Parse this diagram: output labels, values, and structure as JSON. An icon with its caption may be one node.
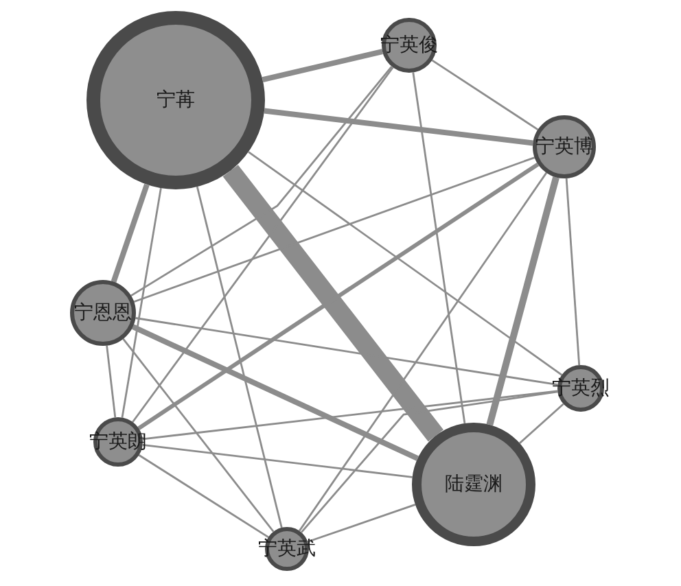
{
  "diagram": {
    "nodes": [
      {
        "text": [
          "宁苒"
        ]
      },
      {
        "text": [
          "宁英俊"
        ]
      },
      {
        "text": [
          "宁英博"
        ]
      },
      {
        "text": [
          "宁恩恩"
        ]
      },
      {
        "text": [
          "宁英烈"
        ]
      },
      {
        "text": [
          "宁英朗"
        ]
      },
      {
        "text": [
          "陆霆渊"
        ]
      },
      {
        "text": [
          "宁英武"
        ]
      }
    ],
    "edges": [
      {
        "from": 0,
        "to": 1,
        "arrow": "none",
        "style": "thick"
      },
      {
        "from": 0,
        "to": 2,
        "arrow": "none",
        "style": "thick"
      },
      {
        "from": 0,
        "to": 3,
        "arrow": "none",
        "style": "thick"
      },
      {
        "from": 0,
        "to": 4,
        "arrow": "none"
      },
      {
        "from": 0,
        "to": 5,
        "arrow": "none"
      },
      {
        "from": 0,
        "to": 6,
        "arrow": "none",
        "style": "thick"
      },
      {
        "from": 0,
        "to": 7,
        "arrow": "none"
      },
      {
        "from": 1,
        "to": 2,
        "arrow": "none"
      },
      {
        "from": 1,
        "to": 3,
        "arrow": "none"
      },
      {
        "from": 1,
        "to": 5,
        "arrow": "none"
      },
      {
        "from": 1,
        "to": 6,
        "arrow": "none"
      },
      {
        "from": 2,
        "to": 3,
        "arrow": "none"
      },
      {
        "from": 2,
        "to": 4,
        "arrow": "none"
      },
      {
        "from": 2,
        "to": 5,
        "arrow": "none",
        "style": "thick"
      },
      {
        "from": 2,
        "to": 6,
        "arrow": "none",
        "style": "thick"
      },
      {
        "from": 2,
        "to": 7,
        "arrow": "none"
      },
      {
        "from": 3,
        "to": 4,
        "arrow": "none"
      },
      {
        "from": 3,
        "to": 5,
        "arrow": "none"
      },
      {
        "from": 3,
        "to": 6,
        "arrow": "none",
        "style": "thick"
      },
      {
        "from": 3,
        "to": 7,
        "arrow": "none"
      },
      {
        "from": 4,
        "to": 5,
        "arrow": "none"
      },
      {
        "from": 4,
        "to": 6,
        "arrow": "none"
      },
      {
        "from": 4,
        "to": 7,
        "arrow": "none"
      },
      {
        "from": 5,
        "to": 6,
        "arrow": "none"
      },
      {
        "from": 5,
        "to": 7,
        "arrow": "none"
      },
      {
        "from": 6,
        "to": 7,
        "arrow": "none"
      }
    ]
  }
}
